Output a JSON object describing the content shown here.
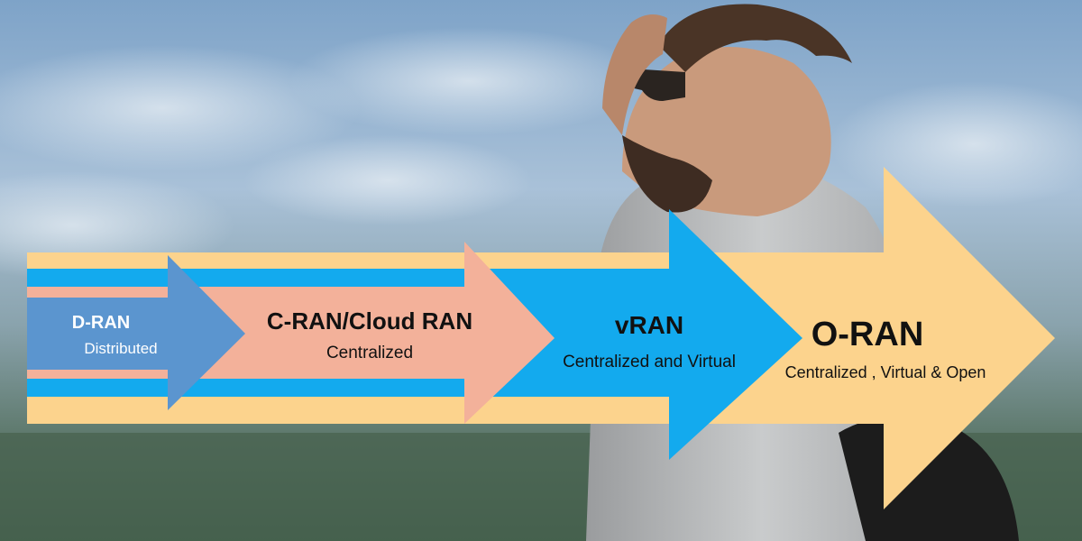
{
  "colors": {
    "orange": "#fcd38d",
    "cyan": "#13aaee",
    "salmon": "#f3b19a",
    "blue": "#5b95cf",
    "title_dark": "#111111",
    "title_light": "#ffffff"
  },
  "stages": [
    {
      "title": "D-RAN",
      "subtitle": "Distributed",
      "color": "blue"
    },
    {
      "title": "C-RAN/Cloud RAN",
      "subtitle": "Centralized",
      "color": "salmon"
    },
    {
      "title": "vRAN",
      "subtitle": "Centralized and Virtual",
      "color": "cyan"
    },
    {
      "title": "O-RAN",
      "subtitle": "Centralized , Virtual & Open",
      "color": "orange"
    }
  ]
}
